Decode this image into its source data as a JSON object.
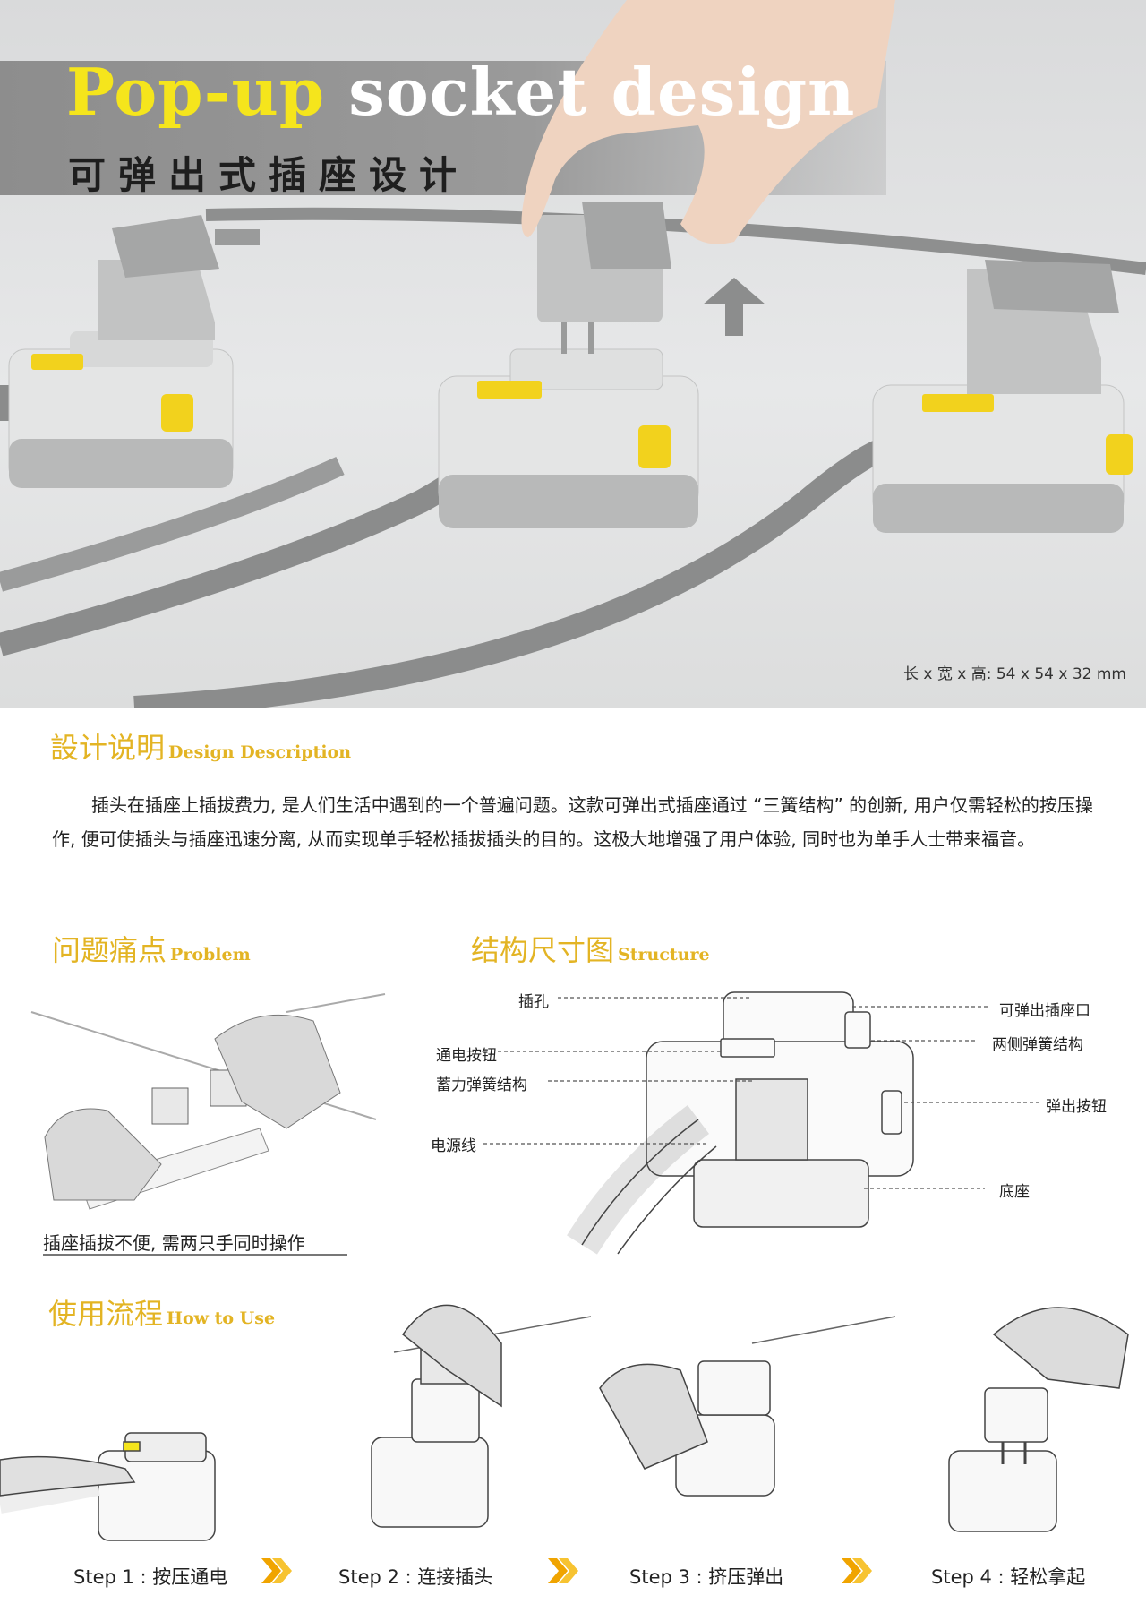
{
  "hero": {
    "title_highlight": "Pop-up",
    "title_rest": "socket design",
    "subtitle_cn": "可弹出式插座设计",
    "dimensions": "长 x 宽 x 高:  54 x 54 x 32 mm"
  },
  "description": {
    "title_cn": "設计说明",
    "title_en": "Design Description",
    "body": "插头在插座上插拔费力, 是人们生活中遇到的一个普遍问题。这款可弹出式插座通过 “三簧结构” 的创新, 用户仅需轻松的按压操作, 便可使插头与插座迅速分离, 从而实现单手轻松插拔插头的目的。这极大地增强了用户体验, 同时也为单手人士带来福音。"
  },
  "problem": {
    "title_cn": "问题痛点",
    "title_en": "Problem",
    "caption": "插座插拔不便, 需两只手同时操作"
  },
  "structure": {
    "title_cn": "结构尺寸图",
    "title_en": "Structure",
    "labels": {
      "hole": "插孔",
      "power_button": "通电按钮",
      "storage_spring": "蓄力弹簧结构",
      "cord": "电源线",
      "popup_port": "可弹出插座口",
      "side_spring": "两侧弹簧结构",
      "eject_button": "弹出按钮",
      "base": "底座"
    }
  },
  "howto": {
    "title_cn": "使用流程",
    "title_en": "How to Use",
    "steps": [
      "Step 1 : 按压通电",
      "Step 2 : 连接插头",
      "Step 3 : 挤压弹出",
      "Step 4 : 轻松拿起"
    ]
  },
  "colors": {
    "accent_yellow": "#f5e51c",
    "section_gold": "#e3b424",
    "product_gray": "#c9caca"
  }
}
